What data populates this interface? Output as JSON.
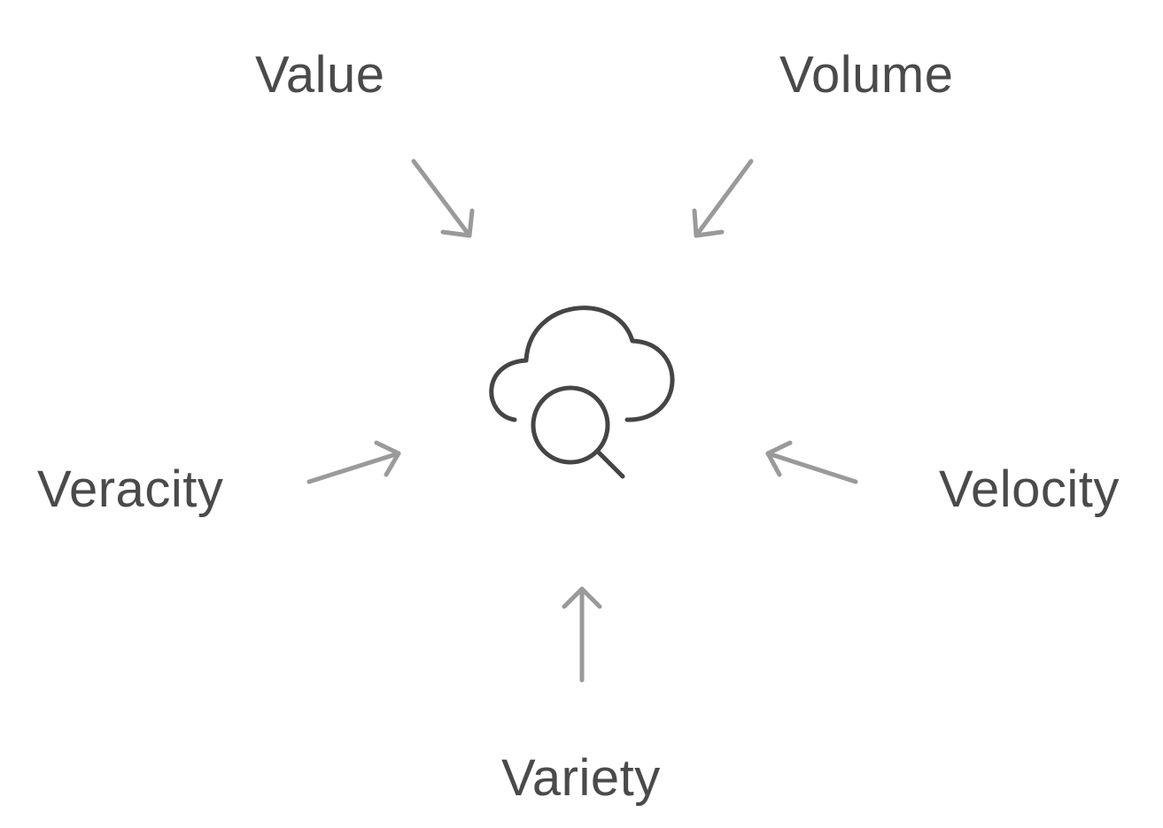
{
  "diagram": {
    "center_icon": "cloud-search-icon",
    "labels": {
      "value": "Value",
      "volume": "Volume",
      "veracity": "Veracity",
      "velocity": "Velocity",
      "variety": "Variety"
    },
    "colors": {
      "text": "#4a4a4a",
      "arrow": "#9a9a9a",
      "icon": "#454545",
      "background": "#ffffff"
    }
  }
}
